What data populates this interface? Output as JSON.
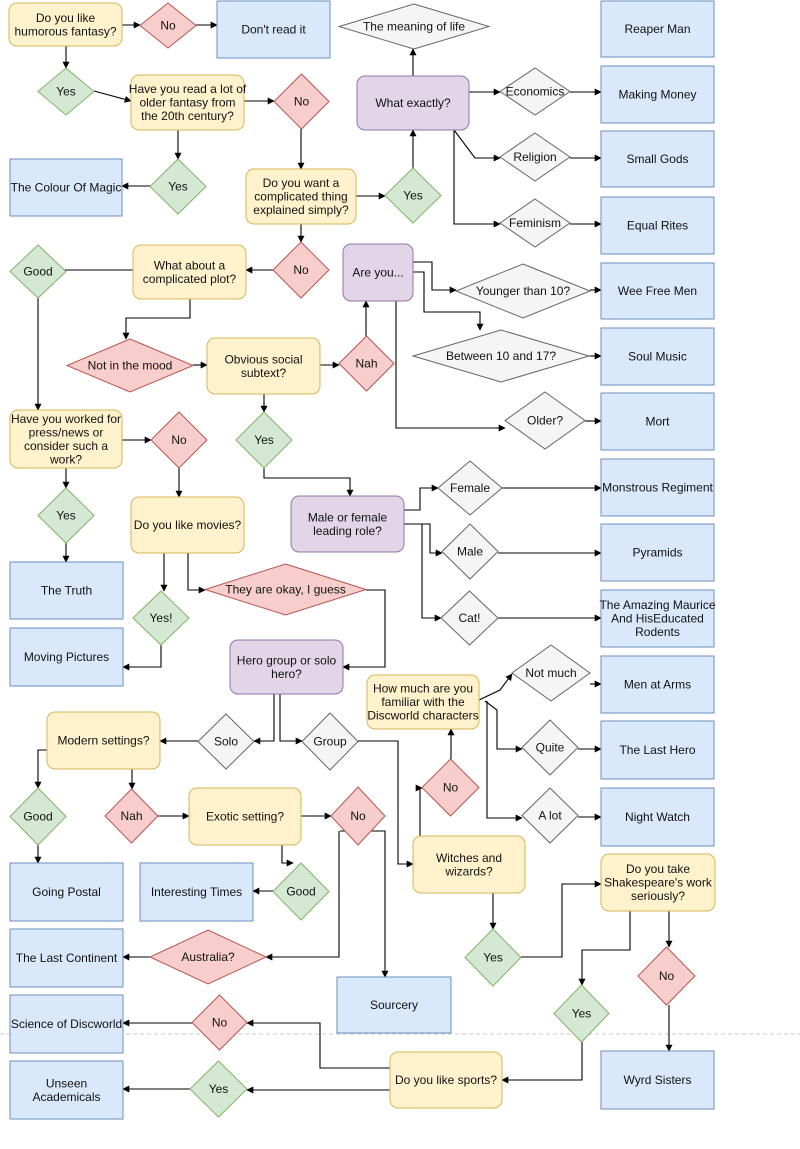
{
  "colors": {
    "question": {
      "fill": "#fff2cc",
      "stroke": "#d6b656"
    },
    "topic": {
      "fill": "#e1d5e7",
      "stroke": "#9673a6"
    },
    "yes": {
      "fill": "#d5e8d4",
      "stroke": "#82b366"
    },
    "no": {
      "fill": "#f8cecc",
      "stroke": "#b85450"
    },
    "choice": {
      "fill": "#f5f5f5",
      "stroke": "#666666"
    },
    "book": {
      "fill": "#dae8fc",
      "stroke": "#6c8ebf"
    }
  },
  "nodes": [
    {
      "id": "q_humor",
      "kind": "question",
      "lines": [
        "Do you like",
        "humorous fantasy?"
      ]
    },
    {
      "id": "no_humor",
      "kind": "no",
      "lines": [
        "No"
      ]
    },
    {
      "id": "b_dont",
      "kind": "book",
      "lines": [
        "Don't read it"
      ]
    },
    {
      "id": "c_life",
      "kind": "choice",
      "lines": [
        "The meaning of life"
      ]
    },
    {
      "id": "b_reaper",
      "kind": "book",
      "lines": [
        "Reaper Man"
      ]
    },
    {
      "id": "yes_humor",
      "kind": "yes",
      "lines": [
        "Yes"
      ]
    },
    {
      "id": "q_older",
      "kind": "question",
      "lines": [
        "Have you read a lot of",
        "older fantasy from",
        "the 20th century?"
      ]
    },
    {
      "id": "no_older",
      "kind": "no",
      "lines": [
        "No"
      ]
    },
    {
      "id": "t_what",
      "kind": "topic",
      "lines": [
        "What exactly?"
      ]
    },
    {
      "id": "c_econ",
      "kind": "choice",
      "lines": [
        "Economics"
      ]
    },
    {
      "id": "b_money",
      "kind": "book",
      "lines": [
        "Making Money"
      ]
    },
    {
      "id": "c_religion",
      "kind": "choice",
      "lines": [
        "Religion"
      ]
    },
    {
      "id": "b_gods",
      "kind": "book",
      "lines": [
        "Small Gods"
      ]
    },
    {
      "id": "c_fem",
      "kind": "choice",
      "lines": [
        "Feminism"
      ]
    },
    {
      "id": "b_rites",
      "kind": "book",
      "lines": [
        "Equal Rites"
      ]
    },
    {
      "id": "b_colour",
      "kind": "book",
      "lines": [
        "The Colour Of Magic"
      ]
    },
    {
      "id": "yes_older",
      "kind": "yes",
      "lines": [
        "Yes"
      ]
    },
    {
      "id": "q_complicated",
      "kind": "question",
      "lines": [
        "Do you want a",
        "complicated thing",
        "explained simply?"
      ]
    },
    {
      "id": "yes_compl",
      "kind": "yes",
      "lines": [
        "Yes"
      ]
    },
    {
      "id": "no_compl",
      "kind": "no",
      "lines": [
        "No"
      ]
    },
    {
      "id": "good_plot",
      "kind": "yes",
      "lines": [
        "Good"
      ]
    },
    {
      "id": "q_plot",
      "kind": "question",
      "lines": [
        "What about a",
        "complicated plot?"
      ]
    },
    {
      "id": "t_areyou",
      "kind": "topic",
      "lines": [
        "Are you..."
      ]
    },
    {
      "id": "c_young",
      "kind": "choice",
      "lines": [
        "Younger than 10?"
      ]
    },
    {
      "id": "b_wee",
      "kind": "book",
      "lines": [
        "Wee Free Men"
      ]
    },
    {
      "id": "no_mood",
      "kind": "no",
      "lines": [
        "Not in the mood"
      ]
    },
    {
      "id": "q_social",
      "kind": "question",
      "lines": [
        "Obvious social",
        "subtext?"
      ]
    },
    {
      "id": "nah_social",
      "kind": "no",
      "lines": [
        "Nah"
      ]
    },
    {
      "id": "c_between",
      "kind": "choice",
      "lines": [
        "Between 10 and 17?"
      ]
    },
    {
      "id": "b_soul",
      "kind": "book",
      "lines": [
        "Soul Music"
      ]
    },
    {
      "id": "q_press",
      "kind": "question",
      "lines": [
        "Have you worked for",
        "press/news or",
        "consider such a",
        "work?"
      ]
    },
    {
      "id": "no_press",
      "kind": "no",
      "lines": [
        "No"
      ]
    },
    {
      "id": "yes_social",
      "kind": "yes",
      "lines": [
        "Yes"
      ]
    },
    {
      "id": "c_older",
      "kind": "choice",
      "lines": [
        "Older?"
      ]
    },
    {
      "id": "b_mort",
      "kind": "book",
      "lines": [
        "Mort"
      ]
    },
    {
      "id": "c_female",
      "kind": "choice",
      "lines": [
        "Female"
      ]
    },
    {
      "id": "b_regiment",
      "kind": "book",
      "lines": [
        "Monstrous Regiment"
      ]
    },
    {
      "id": "yes_press",
      "kind": "yes",
      "lines": [
        "Yes"
      ]
    },
    {
      "id": "q_movies",
      "kind": "question",
      "lines": [
        "Do you like movies?"
      ]
    },
    {
      "id": "t_lead",
      "kind": "topic",
      "lines": [
        "Male or female",
        "leading role?"
      ]
    },
    {
      "id": "c_male",
      "kind": "choice",
      "lines": [
        "Male"
      ]
    },
    {
      "id": "b_pyramids",
      "kind": "book",
      "lines": [
        "Pyramids"
      ]
    },
    {
      "id": "b_truth",
      "kind": "book",
      "lines": [
        "The Truth"
      ]
    },
    {
      "id": "no_okay",
      "kind": "no",
      "lines": [
        "They are okay, I guess"
      ]
    },
    {
      "id": "yes_movies",
      "kind": "yes",
      "lines": [
        "Yes!"
      ]
    },
    {
      "id": "c_cat",
      "kind": "choice",
      "lines": [
        "Cat!"
      ]
    },
    {
      "id": "b_maurice",
      "kind": "book",
      "lines": [
        "The Amazing Maurice",
        "And HisEducated",
        "Rodents"
      ]
    },
    {
      "id": "b_pictures",
      "kind": "book",
      "lines": [
        "Moving Pictures"
      ]
    },
    {
      "id": "t_hero",
      "kind": "topic",
      "lines": [
        "Hero group or solo",
        "hero?"
      ]
    },
    {
      "id": "c_notmuch",
      "kind": "choice",
      "lines": [
        "Not much"
      ]
    },
    {
      "id": "q_familiar",
      "kind": "question",
      "lines": [
        "How much are you",
        "familiar with the",
        "Discworld characters"
      ]
    },
    {
      "id": "b_arms",
      "kind": "book",
      "lines": [
        "Men at Arms"
      ]
    },
    {
      "id": "q_modern",
      "kind": "question",
      "lines": [
        "Modern settings?"
      ]
    },
    {
      "id": "c_solo",
      "kind": "choice",
      "lines": [
        "Solo"
      ]
    },
    {
      "id": "c_group",
      "kind": "choice",
      "lines": [
        "Group"
      ]
    },
    {
      "id": "c_quite",
      "kind": "choice",
      "lines": [
        "Quite"
      ]
    },
    {
      "id": "b_lasthero",
      "kind": "book",
      "lines": [
        "The Last Hero"
      ]
    },
    {
      "id": "no_familiar",
      "kind": "no",
      "lines": [
        "No"
      ]
    },
    {
      "id": "good_modern",
      "kind": "yes",
      "lines": [
        "Good"
      ]
    },
    {
      "id": "nah_modern",
      "kind": "no",
      "lines": [
        "Nah"
      ]
    },
    {
      "id": "q_exotic",
      "kind": "question",
      "lines": [
        "Exotic setting?"
      ]
    },
    {
      "id": "no_exotic",
      "kind": "no",
      "lines": [
        "No"
      ]
    },
    {
      "id": "c_alot",
      "kind": "choice",
      "lines": [
        "A lot"
      ]
    },
    {
      "id": "b_watch",
      "kind": "book",
      "lines": [
        "Night Watch"
      ]
    },
    {
      "id": "q_witches",
      "kind": "question",
      "lines": [
        "Witches and",
        "wizards?"
      ]
    },
    {
      "id": "b_postal",
      "kind": "book",
      "lines": [
        "Going Postal"
      ]
    },
    {
      "id": "b_times",
      "kind": "book",
      "lines": [
        "Interesting Times"
      ]
    },
    {
      "id": "good_exotic",
      "kind": "yes",
      "lines": [
        "Good"
      ]
    },
    {
      "id": "q_shakes",
      "kind": "question",
      "lines": [
        "Do you take",
        "Shakespeare's work",
        "seriously?"
      ]
    },
    {
      "id": "b_continent",
      "kind": "book",
      "lines": [
        "The Last Continent"
      ]
    },
    {
      "id": "no_australia",
      "kind": "no",
      "lines": [
        "Australia?"
      ]
    },
    {
      "id": "yes_witches",
      "kind": "yes",
      "lines": [
        "Yes"
      ]
    },
    {
      "id": "no_shakes",
      "kind": "no",
      "lines": [
        "No"
      ]
    },
    {
      "id": "b_sourcery",
      "kind": "book",
      "lines": [
        "Sourcery"
      ]
    },
    {
      "id": "b_science",
      "kind": "book",
      "lines": [
        "Science of Discworld"
      ]
    },
    {
      "id": "no_sports",
      "kind": "no",
      "lines": [
        "No"
      ]
    },
    {
      "id": "yes_shakes",
      "kind": "yes",
      "lines": [
        "Yes"
      ]
    },
    {
      "id": "q_sports",
      "kind": "question",
      "lines": [
        "Do you like sports?"
      ]
    },
    {
      "id": "b_wyrd",
      "kind": "book",
      "lines": [
        "Wyrd Sisters"
      ]
    },
    {
      "id": "b_unseen",
      "kind": "book",
      "lines": [
        "Unseen",
        "Academicals"
      ]
    },
    {
      "id": "yes_sports",
      "kind": "yes",
      "lines": [
        "Yes"
      ]
    }
  ]
}
